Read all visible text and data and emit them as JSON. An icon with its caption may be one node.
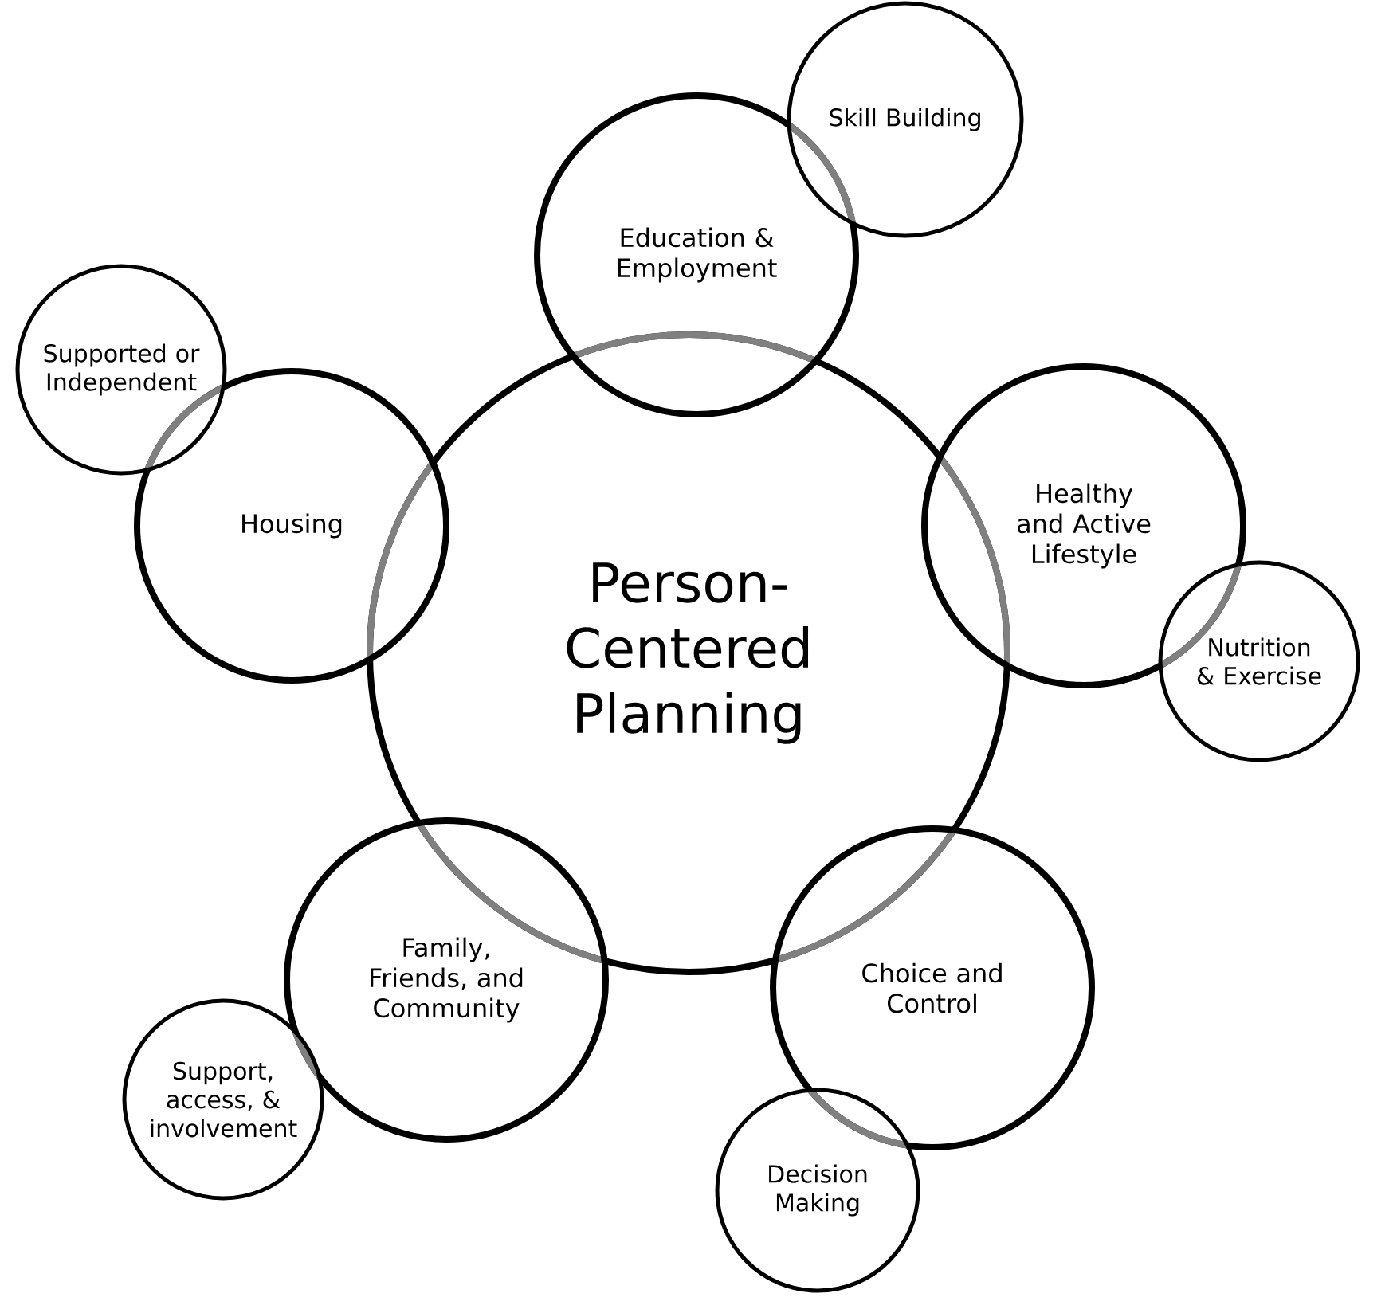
{
  "diagram": {
    "nodes": [
      {
        "text": [
          "Person-Centered Planning"
        ]
      },
      {
        "text": [
          "Education & Employment"
        ]
      },
      {
        "text": [
          "Skill Building"
        ]
      },
      {
        "text": [
          "Healthy and Active Lifestyle"
        ]
      },
      {
        "text": [
          "Nutrition & Exercise"
        ]
      },
      {
        "text": [
          "Choice and Control"
        ]
      },
      {
        "text": [
          "Decision Making"
        ]
      },
      {
        "text": [
          "Family, Friends, and Community"
        ]
      },
      {
        "text": [
          "Support, access, & involvement"
        ]
      },
      {
        "text": [
          "Housing"
        ]
      },
      {
        "text": [
          "Supported or Independent"
        ]
      }
    ]
  }
}
